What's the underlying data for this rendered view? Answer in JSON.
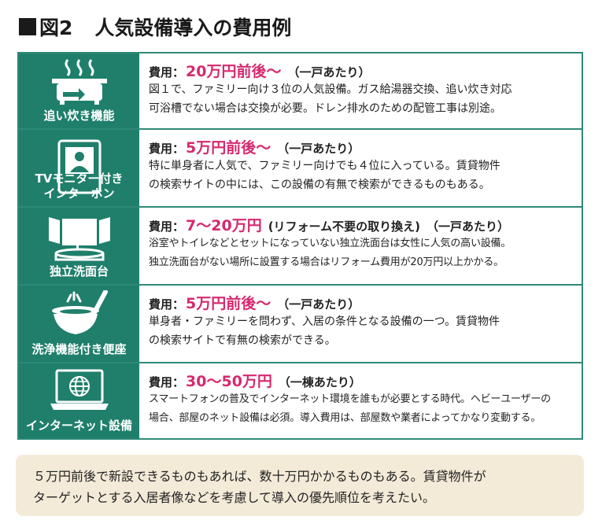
{
  "title": {
    "prefix": "図2",
    "text": "人気設備導入の費用例"
  },
  "rows": [
    {
      "label_lines": [
        "追い炊き機能"
      ],
      "icon": "bathtub-icon",
      "cost_label": "費用",
      "cost_value": "20万円前後〜",
      "cost_note": "（一戸あたり）",
      "lines": [
        "図１で、ファミリー向け３位の人気設備。ガス給湯器交換、追い炊き対応",
        "可浴槽でない場合は交換が必要。ドレン排水のための配管工事は別途。"
      ]
    },
    {
      "label_lines": [
        "TVモニター付き",
        "インターホン"
      ],
      "icon": "intercom-monitor-icon",
      "cost_label": "費用",
      "cost_value": "5万円前後〜",
      "cost_note": "（一戸あたり）",
      "lines": [
        "特に単身者に人気で、ファミリー向けでも４位に入っている。賃貸物件",
        "の検索サイトの中には、この設備の有無で検索ができるものもある。"
      ]
    },
    {
      "label_lines": [
        "独立洗面台"
      ],
      "icon": "vanity-mirror-icon",
      "cost_label": "費用",
      "cost_value": "7〜20万円",
      "cost_extra": "(リフォーム不要の取り換え)",
      "cost_note": "（一戸あたり）",
      "lines": [
        "浴室やトイレなどとセットになっていない独立洗面台は女性に人気の高い設備。",
        "独立洗面台がない場所に設置する場合はリフォーム費用が20万円以上かかる。"
      ]
    },
    {
      "label_lines": [
        "洗浄機能付き便座"
      ],
      "icon": "washlet-toilet-icon",
      "cost_label": "費用",
      "cost_value": "5万円前後〜",
      "cost_note": "（一戸あたり）",
      "lines": [
        "単身者・ファミリーを問わず、入居の条件となる設備の一つ。賃貸物件",
        "の検索サイトで有無の検索ができる。"
      ]
    },
    {
      "label_lines": [
        "インターネット設備"
      ],
      "icon": "laptop-globe-icon",
      "cost_label": "費用",
      "cost_value": "30〜50万円",
      "cost_note": "（一棟あたり）",
      "lines": [
        "スマートフォンの普及でインターネット環境を誰もが必要とする時代。ヘビーユーザーの",
        "場合、部屋のネット設備は必須。導入費用は、部屋数や業者によってかなり変動する。"
      ]
    }
  ],
  "summary": [
    "５万円前後で新設できるものもあれば、数十万円かかるものもある。賃貸物件が",
    "ターゲットとする入居者像などを考慮して導入の優先順位を考えたい。"
  ],
  "colors": {
    "accent": "#1f7f6b",
    "cost": "#d6296f",
    "summary_bg": "#f3ead8"
  }
}
